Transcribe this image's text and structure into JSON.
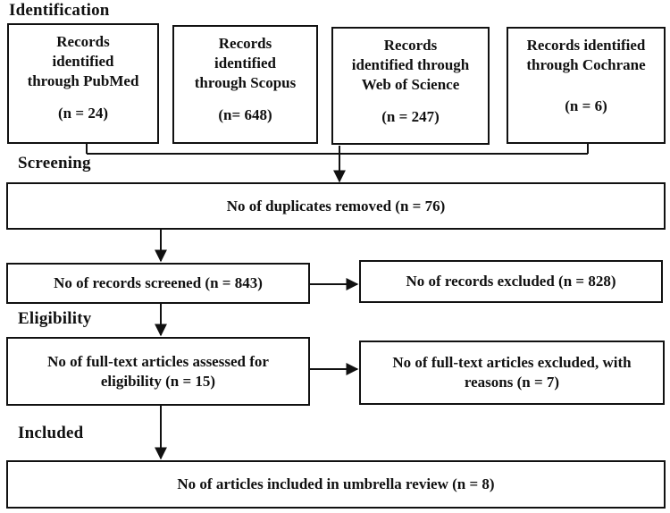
{
  "stages": {
    "identification": "Identification",
    "screening": "Screening",
    "eligibility": "Eligibility",
    "included": "Included"
  },
  "sources": [
    {
      "label": "Records\nidentified\nthrough PubMed",
      "count": "(n = 24)"
    },
    {
      "label": "Records\nidentified\nthrough Scopus",
      "count": "(n= 648)"
    },
    {
      "label": "Records\nidentified through\nWeb of Science",
      "count": "(n = 247)"
    },
    {
      "label": "Records identified\nthrough Cochrane",
      "count": "(n = 6)"
    }
  ],
  "steps": {
    "duplicates": "No of duplicates removed (n = 76)",
    "screened": "No of records screened (n = 843)",
    "excluded": "No of records excluded (n = 828)",
    "assessed": "No of full-text articles assessed for\neligibility (n = 15)",
    "fulltext_excluded": "No of full-text articles excluded, with\nreasons (n = 7)",
    "included": "No of articles included in umbrella review (n = 8)"
  }
}
